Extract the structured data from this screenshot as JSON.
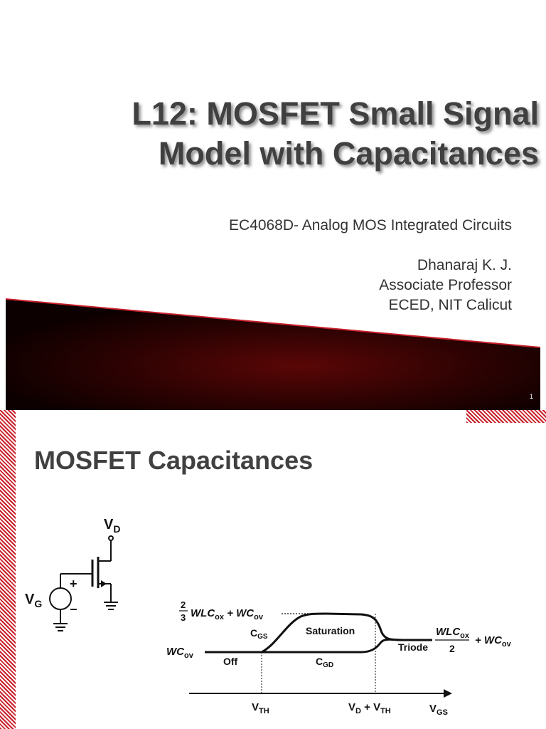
{
  "slide1": {
    "title_line1": "L12: MOSFET Small Signal",
    "title_line2": "Model with Capacitances",
    "course": "EC4068D- Analog MOS Integrated Circuits",
    "author": "Dhanaraj K. J.",
    "designation": "Associate Professor",
    "affiliation": "ECED, NIT Calicut",
    "page_number": "1"
  },
  "slide2": {
    "title": "MOSFET Capacitances",
    "circuit": {
      "drain_label": "V",
      "drain_sub": "D",
      "gate_source_label": "V",
      "gate_source_sub": "G",
      "plus": "+",
      "minus": "−"
    },
    "plot": {
      "top_level_frac": "2",
      "top_level_den": "3",
      "top_level_rest": "WLC",
      "top_level_sub": "ox",
      "top_level_plus": " + WC",
      "top_level_sub2": "ov",
      "wcov_label": "WC",
      "wcov_sub": "ov",
      "right_num": "WLC",
      "right_num_sub": "ox",
      "right_den": "2",
      "right_plus": "+ WC",
      "right_sub": "ov",
      "cgs_label": "C",
      "cgs_sub": "GS",
      "cgd_label": "C",
      "cgd_sub": "GD",
      "region_off": "Off",
      "region_sat": "Saturation",
      "region_triode": "Triode",
      "x_vth": "V",
      "x_vth_sub": "TH",
      "x_vd": "V",
      "x_vd_sub": "D",
      "x_vd_plus": " + V",
      "x_vd_sub2": "TH",
      "x_axis": "V",
      "x_axis_sub": "GS"
    }
  },
  "colors": {
    "band_dark": "#1a0000",
    "band_mid": "#5a0606",
    "band_edge": "#c8202a",
    "hatch": "#c8202a"
  }
}
